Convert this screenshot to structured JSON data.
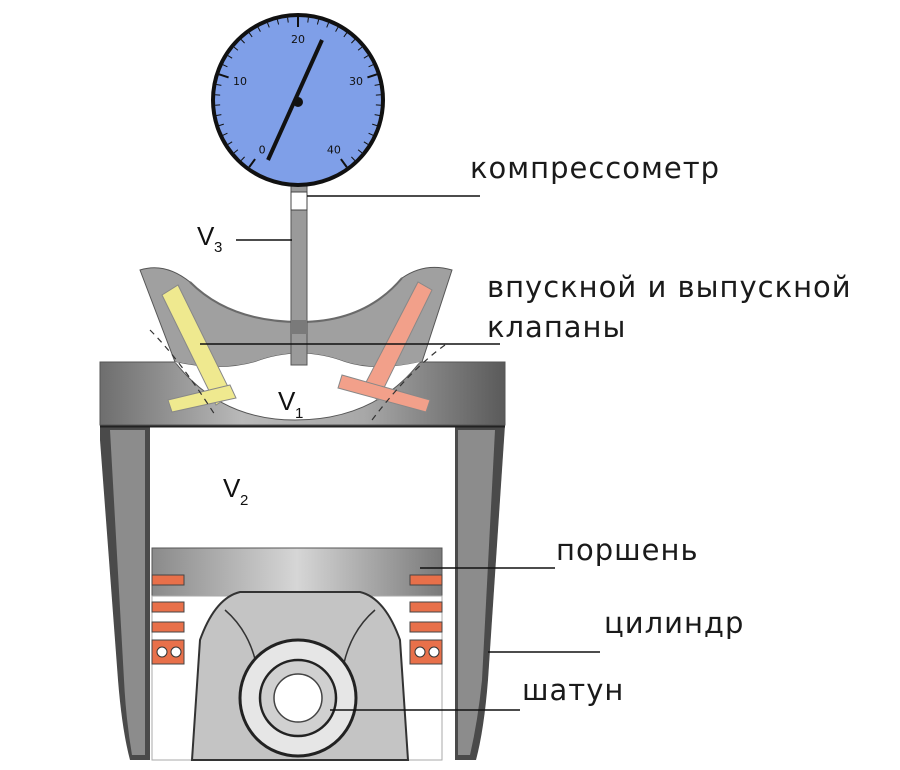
{
  "labels": {
    "gauge": "компрессометр",
    "valves_line1": "впускной и выпускной",
    "valves_line2": "клапаны",
    "piston": "поршень",
    "cylinder": "цилиндр",
    "rod": "шатун"
  },
  "volumes": [
    {
      "letter": "V",
      "sub": "3"
    },
    {
      "letter": "V",
      "sub": "1"
    },
    {
      "letter": "V",
      "sub": "2"
    }
  ],
  "dial": {
    "ticks": [
      "0",
      "10",
      "20",
      "30",
      "40"
    ],
    "face_color": "#7f9fe8",
    "needle_color": "#111111"
  },
  "colors": {
    "metal": "#9a9a9a",
    "metal_dark": "#5c5c5c",
    "intake_valve": "#efe98f",
    "exhaust_valve": "#f2a08a",
    "piston_ring": "#e8704a"
  }
}
